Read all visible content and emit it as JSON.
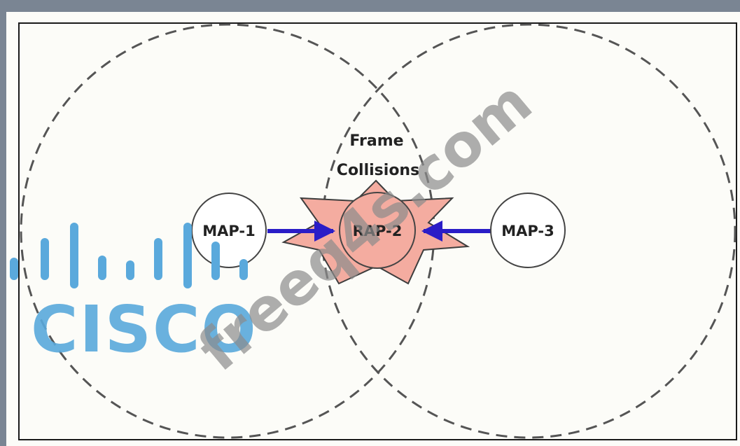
{
  "diagram": {
    "nodes": {
      "map1": "MAP-1",
      "rap2": "RAP-2",
      "map3": "MAP-3"
    },
    "annotation": {
      "line1": "Frame",
      "line2": "Collisions"
    }
  },
  "branding": {
    "logo_text": "CISCO",
    "watermark": "freeq4s.com"
  },
  "colors": {
    "outer_frame": "#7a8593",
    "canvas_bg": "#fcfcf8",
    "panel_border": "#1a1a1a",
    "coverage_dash": "#555555",
    "collision_fill": "#f4aca0",
    "collision_stroke": "#3d3d3d",
    "link_arrow": "#2a1dc7",
    "node_fill": "#ffffff",
    "node_stroke": "#444444",
    "logo_blue": "#5aa9dc",
    "watermark_gray": "#8c8c8c"
  }
}
